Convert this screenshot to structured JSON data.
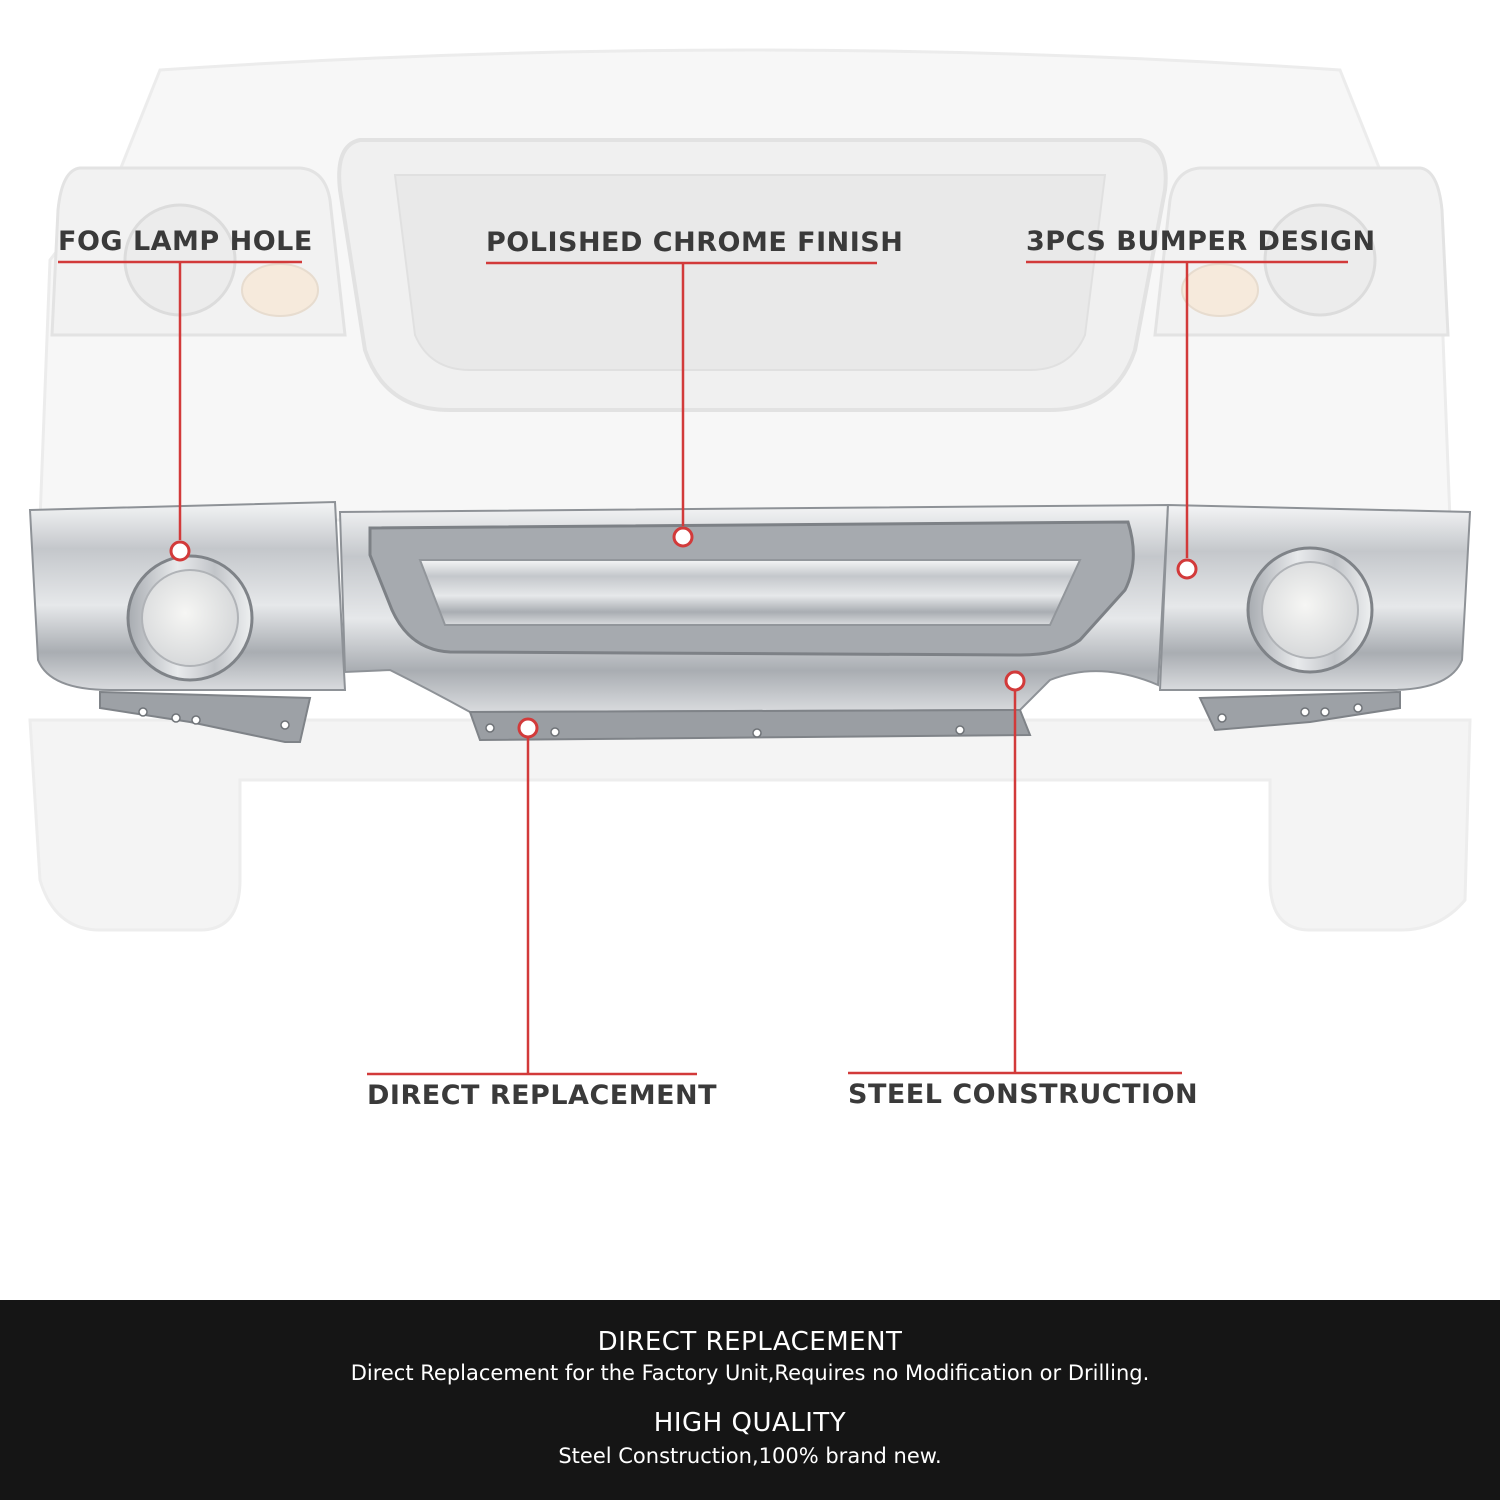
{
  "callouts": {
    "fog_lamp_hole": "FOG LAMP HOLE",
    "polished_chrome_finish": "POLISHED CHROME FINISH",
    "three_pcs_bumper_design": "3PCS BUMPER DESIGN",
    "direct_replacement": "DIRECT REPLACEMENT",
    "steel_construction": "STEEL CONSTRUCTION"
  },
  "features": [
    {
      "title": "DIRECT REPLACEMENT",
      "text": "Direct Replacement for the Factory Unit,Requires no Modification or Drilling."
    },
    {
      "title": "HIGH QUALITY",
      "text": "Steel Construction,100% brand new."
    }
  ],
  "colors": {
    "accent": "#d23a3a",
    "label_text": "#3a3a3a",
    "footer_bg": "#151515",
    "footer_text": "#ffffff",
    "chrome": "#b9bcc0"
  },
  "icons": {
    "callout_marker": "red-ring-dot"
  }
}
